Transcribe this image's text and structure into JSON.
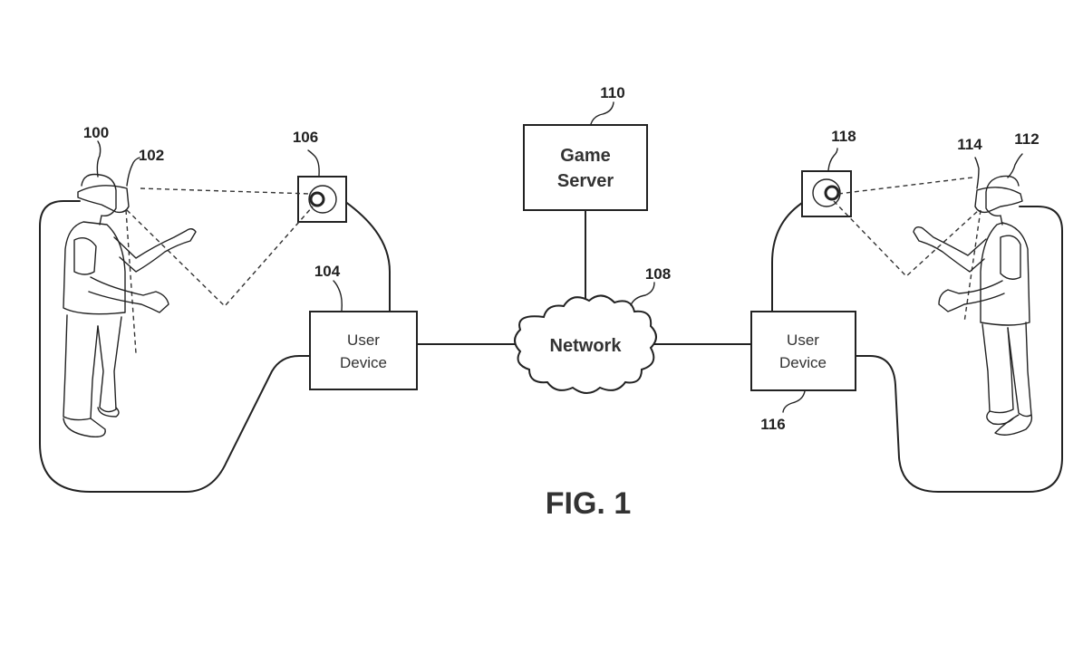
{
  "figure": {
    "caption": "FIG. 1",
    "color_line": "#222222"
  },
  "nodes": {
    "game_server": {
      "ref": "110",
      "line1": "Game",
      "line2": "Server"
    },
    "network": {
      "ref": "108",
      "label": "Network"
    },
    "user_device_left": {
      "ref": "104",
      "line1": "User",
      "line2": "Device"
    },
    "user_device_right": {
      "ref": "116",
      "line1": "User",
      "line2": "Device"
    },
    "camera_left": {
      "ref": "106"
    },
    "camera_right": {
      "ref": "118"
    }
  },
  "users": {
    "left": {
      "ref": "100",
      "hmd_ref": "102"
    },
    "right": {
      "ref": "112",
      "hmd_ref": "114"
    }
  },
  "icons": {
    "person": "person-with-vr-headset",
    "camera": "camera-lens",
    "cloud": "network-cloud"
  }
}
